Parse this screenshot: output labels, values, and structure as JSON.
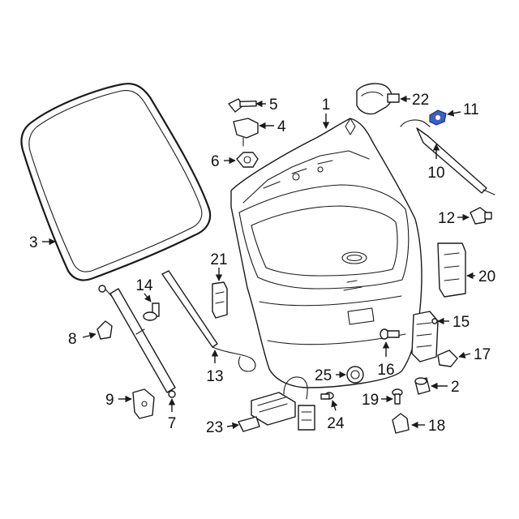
{
  "diagram": {
    "callouts": [
      "1",
      "2",
      "3",
      "4",
      "5",
      "6",
      "7",
      "8",
      "9",
      "10",
      "11",
      "12",
      "13",
      "14",
      "15",
      "16",
      "17",
      "18",
      "19",
      "20",
      "21",
      "22",
      "23",
      "24",
      "25"
    ],
    "highlighted_part": "11",
    "colors": {
      "line": "#1a1a1a",
      "highlight": "#3d5fc4",
      "background": "#ffffff"
    }
  }
}
